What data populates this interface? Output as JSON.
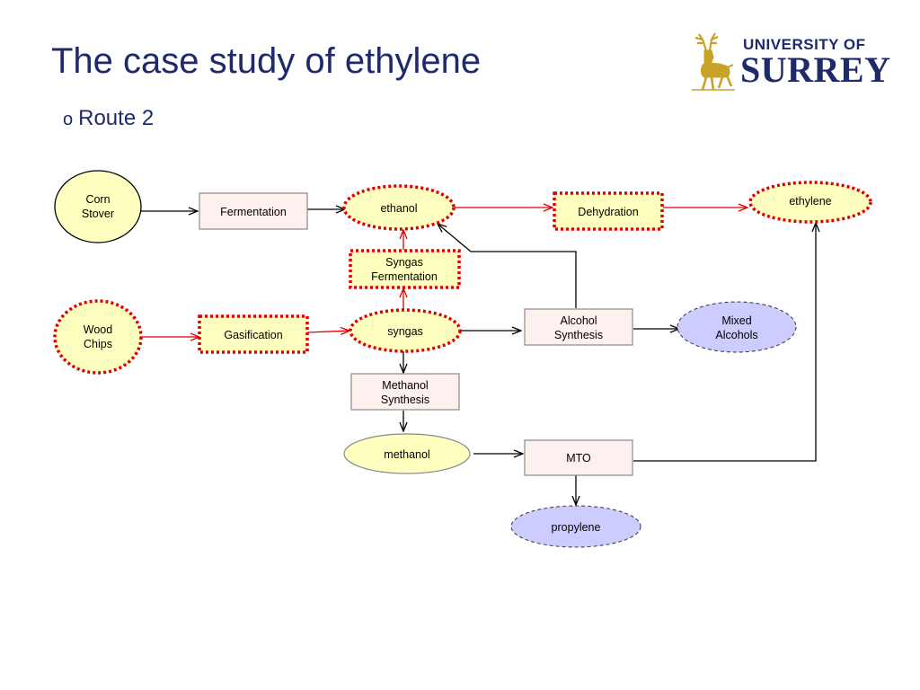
{
  "slide": {
    "title": "The case study of ethylene",
    "bullet": "Route 2"
  },
  "logo": {
    "line1": "UNIVERSITY OF",
    "line2": "SURREY",
    "icon": "stag-icon",
    "colors": {
      "text": "#1f2a6b",
      "stag": "#c9a227"
    }
  },
  "diagram": {
    "colors": {
      "yellow_fill": "#ffffc0",
      "pink_fill": "#fff0f0",
      "blue_fill": "#ccccff",
      "red": "#e00000",
      "black": "#000000"
    },
    "nodes": {
      "corn_stover": "Corn\nStover",
      "wood_chips": "Wood\nChips",
      "fermentation": "Fermentation",
      "gasification": "Gasification",
      "ethanol": "ethanol",
      "syngas_fermentation": "Syngas\nFermentation",
      "syngas": "syngas",
      "methanol_synthesis": "Methanol\nSynthesis",
      "methanol": "methanol",
      "dehydration": "Dehydration",
      "alcohol_synthesis": "Alcohol\nSynthesis",
      "mto": "MTO",
      "ethylene": "ethylene",
      "mixed_alcohols": "Mixed\nAlcohols",
      "propylene": "propylene"
    }
  }
}
